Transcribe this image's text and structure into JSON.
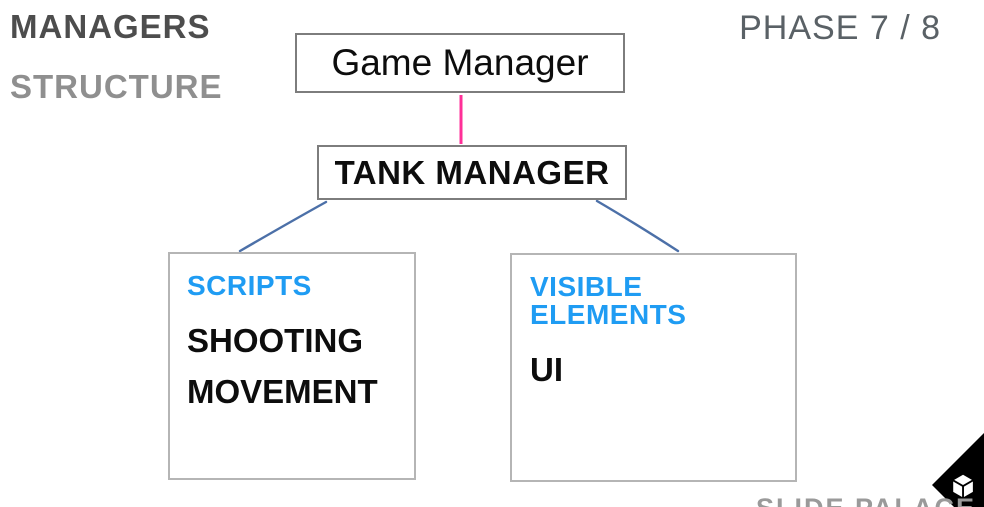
{
  "header": {
    "title_line1": "MANAGERS",
    "title_line2": "STRUCTURE",
    "phase": "PHASE 7 / 8"
  },
  "diagram": {
    "root": "Game Manager",
    "child": "TANK MANAGER",
    "left_panel": {
      "header": "SCRIPTS",
      "items": [
        "SHOOTING",
        "MOVEMENT"
      ]
    },
    "right_panel": {
      "header": "VISIBLE ELEMENTS",
      "items": [
        "UI"
      ]
    }
  },
  "footer": {
    "watermark_partial": "SLIDE PALACE"
  },
  "icons": {
    "corner_logo": "unity-cube-icon"
  },
  "colors": {
    "accent_blue": "#1f9cf3",
    "connector_pink": "#ff2f98",
    "connector_blue": "#4c70a8",
    "title_dark": "#4d4d4d",
    "title_light": "#8f8f8f",
    "phase_gray": "#5a6166",
    "node_border": "#7d7d7d",
    "panel_border": "#b5b5b5",
    "corner_black": "#000000"
  }
}
